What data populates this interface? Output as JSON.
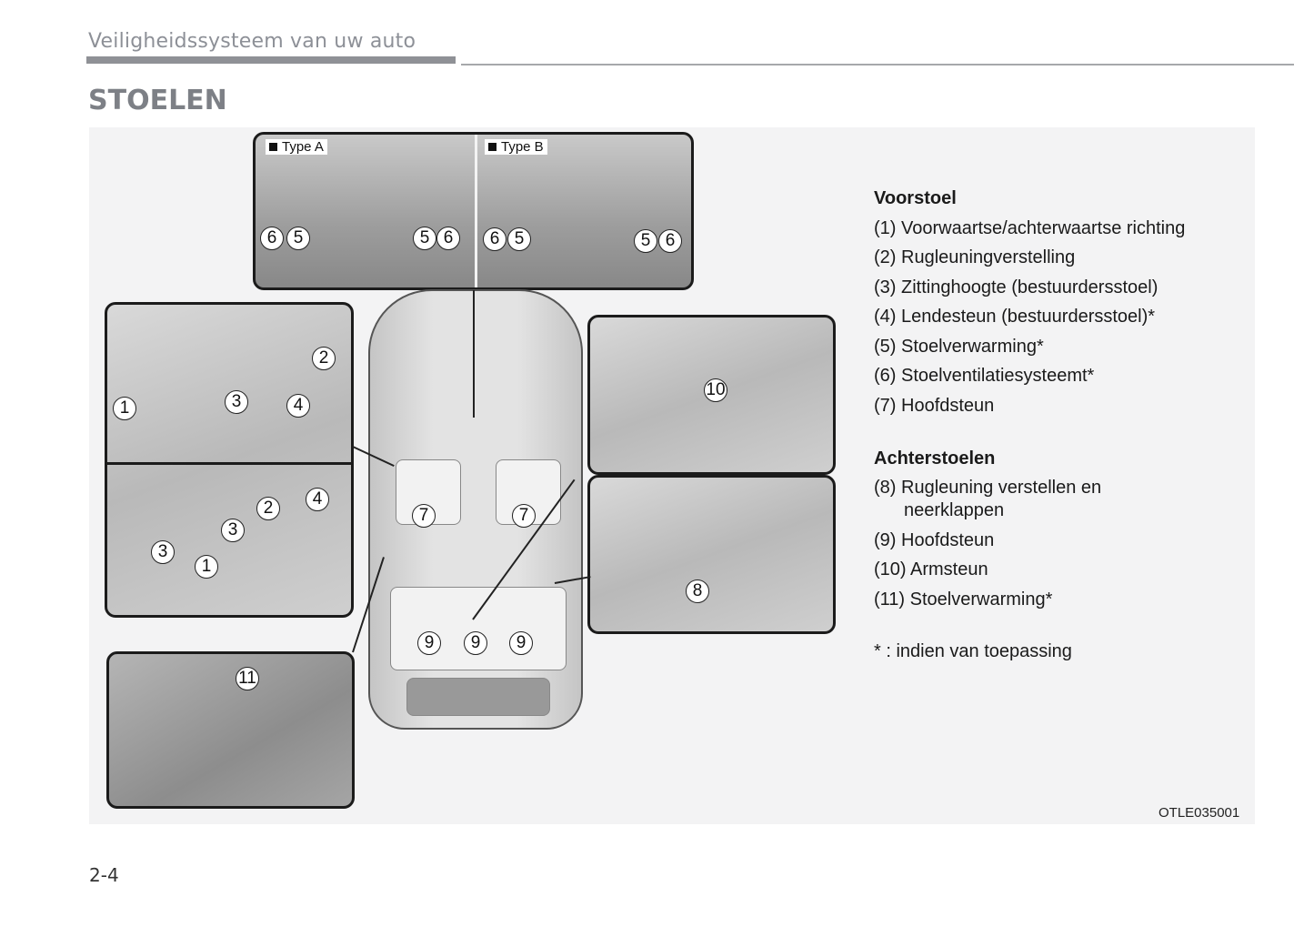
{
  "header": {
    "section": "Veiligheidssysteem van uw auto"
  },
  "title": "STOELEN",
  "figure": {
    "type_a": "Type A",
    "type_b": "Type B",
    "code": "OTLE035001",
    "callouts": [
      "6",
      "5",
      "5",
      "6",
      "6",
      "5",
      "5",
      "6",
      "2",
      "1",
      "3",
      "4",
      "4",
      "2",
      "3",
      "3",
      "1",
      "11",
      "7",
      "7",
      "9",
      "9",
      "9",
      "10",
      "8"
    ]
  },
  "legend": {
    "front_heading": "Voorstoel",
    "front_items": [
      "(1) Voorwaartse/achterwaartse richting",
      "(2) Rugleuningverstelling",
      "(3) Zittinghoogte (bestuurdersstoel)",
      "(4) Lendesteun (bestuurdersstoel)*",
      "(5) Stoelverwarming*",
      "(6) Stoelventilatiesysteemt*",
      "(7) Hoofdsteun"
    ],
    "rear_heading": "Achterstoelen",
    "rear_items": [
      "(8) Rugleuning verstellen en neerklappen",
      "(9) Hoofdsteun",
      "(10) Armsteun",
      "(11) Stoelverwarming*"
    ],
    "footnote": "* : indien van toepassing"
  },
  "page_number": "2-4"
}
